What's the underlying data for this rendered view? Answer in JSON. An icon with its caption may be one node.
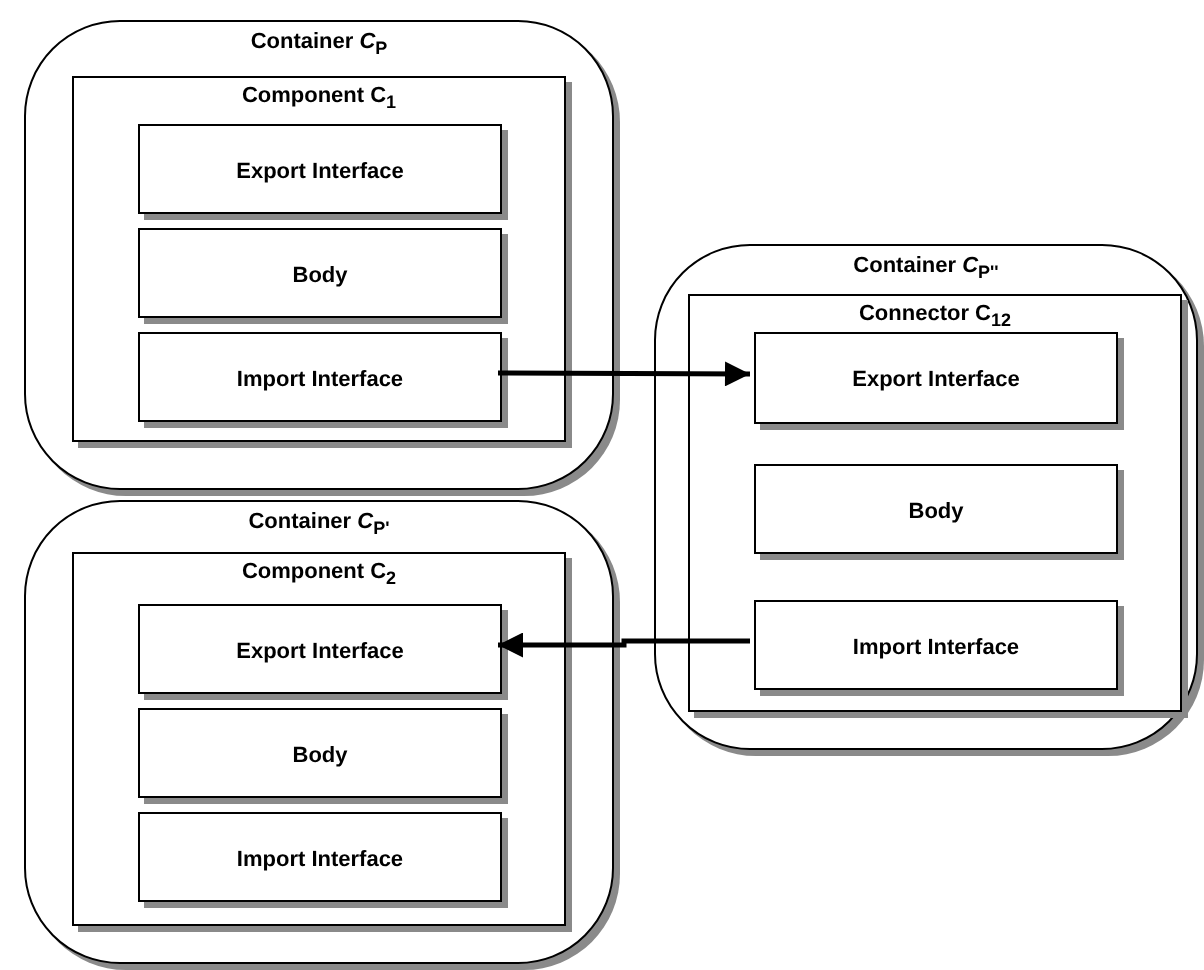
{
  "diagram": {
    "nodes": [
      {
        "text": [
          "Container *C*$_{P}$"
        ]
      },
      {
        "text": [
          "Component C$_{1}$"
        ],
        "in": 0
      },
      {
        "text": [
          "Export Interface"
        ],
        "in": 1
      },
      {
        "text": [
          "Body"
        ],
        "in": 1
      },
      {
        "text": [
          "Import Interface"
        ],
        "in": 1
      },
      {
        "text": [
          "Container *C*$_{P''}$"
        ]
      },
      {
        "text": [
          "Connector C$_{12}$"
        ],
        "in": 5
      },
      {
        "text": [
          "Export Interface"
        ],
        "in": 6
      },
      {
        "text": [
          "Body"
        ],
        "in": 6
      },
      {
        "text": [
          "Import Interface"
        ],
        "in": 6
      },
      {
        "text": [
          "Container *C*$_{P'}$"
        ]
      },
      {
        "text": [
          "Component C$_{2}$"
        ],
        "in": 10
      },
      {
        "text": [
          "Export Interface"
        ],
        "in": 11
      },
      {
        "text": [
          "Body"
        ],
        "in": 11
      },
      {
        "text": [
          "Import Interface"
        ],
        "in": 11
      }
    ],
    "edges": [
      {
        "from": 4,
        "to": 7,
        "arrow": "to"
      },
      {
        "from": 9,
        "to": 12,
        "arrow": "to"
      }
    ]
  }
}
